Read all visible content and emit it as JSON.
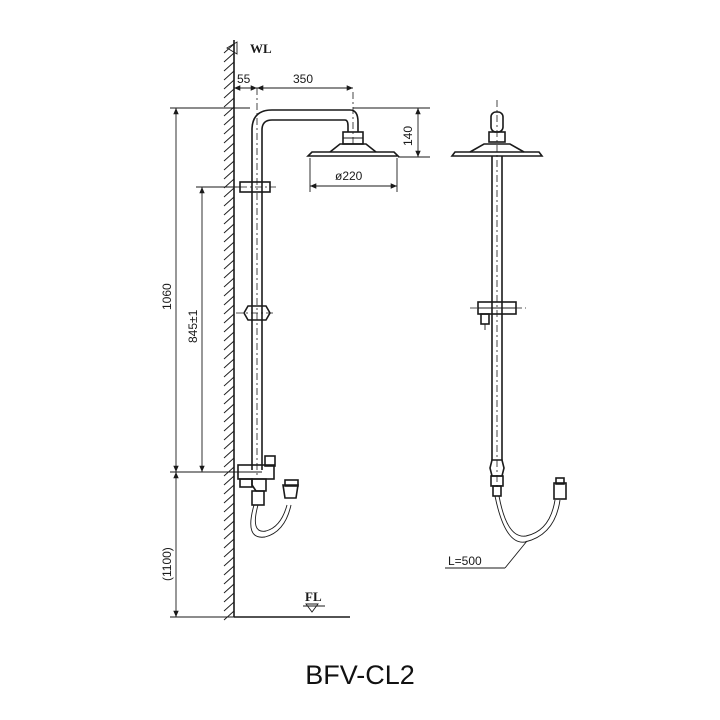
{
  "labels": {
    "wall_level": "WL",
    "floor_level": "FL"
  },
  "dimensions": {
    "wall_offset": "55",
    "arm_reach": "350",
    "head_drop": "140",
    "head_diameter": "ø220",
    "total_height": "1060",
    "holder_height": "845±1",
    "mixer_height": "(1100)",
    "hose_length": "L=500"
  },
  "model": "BFV-CL2"
}
